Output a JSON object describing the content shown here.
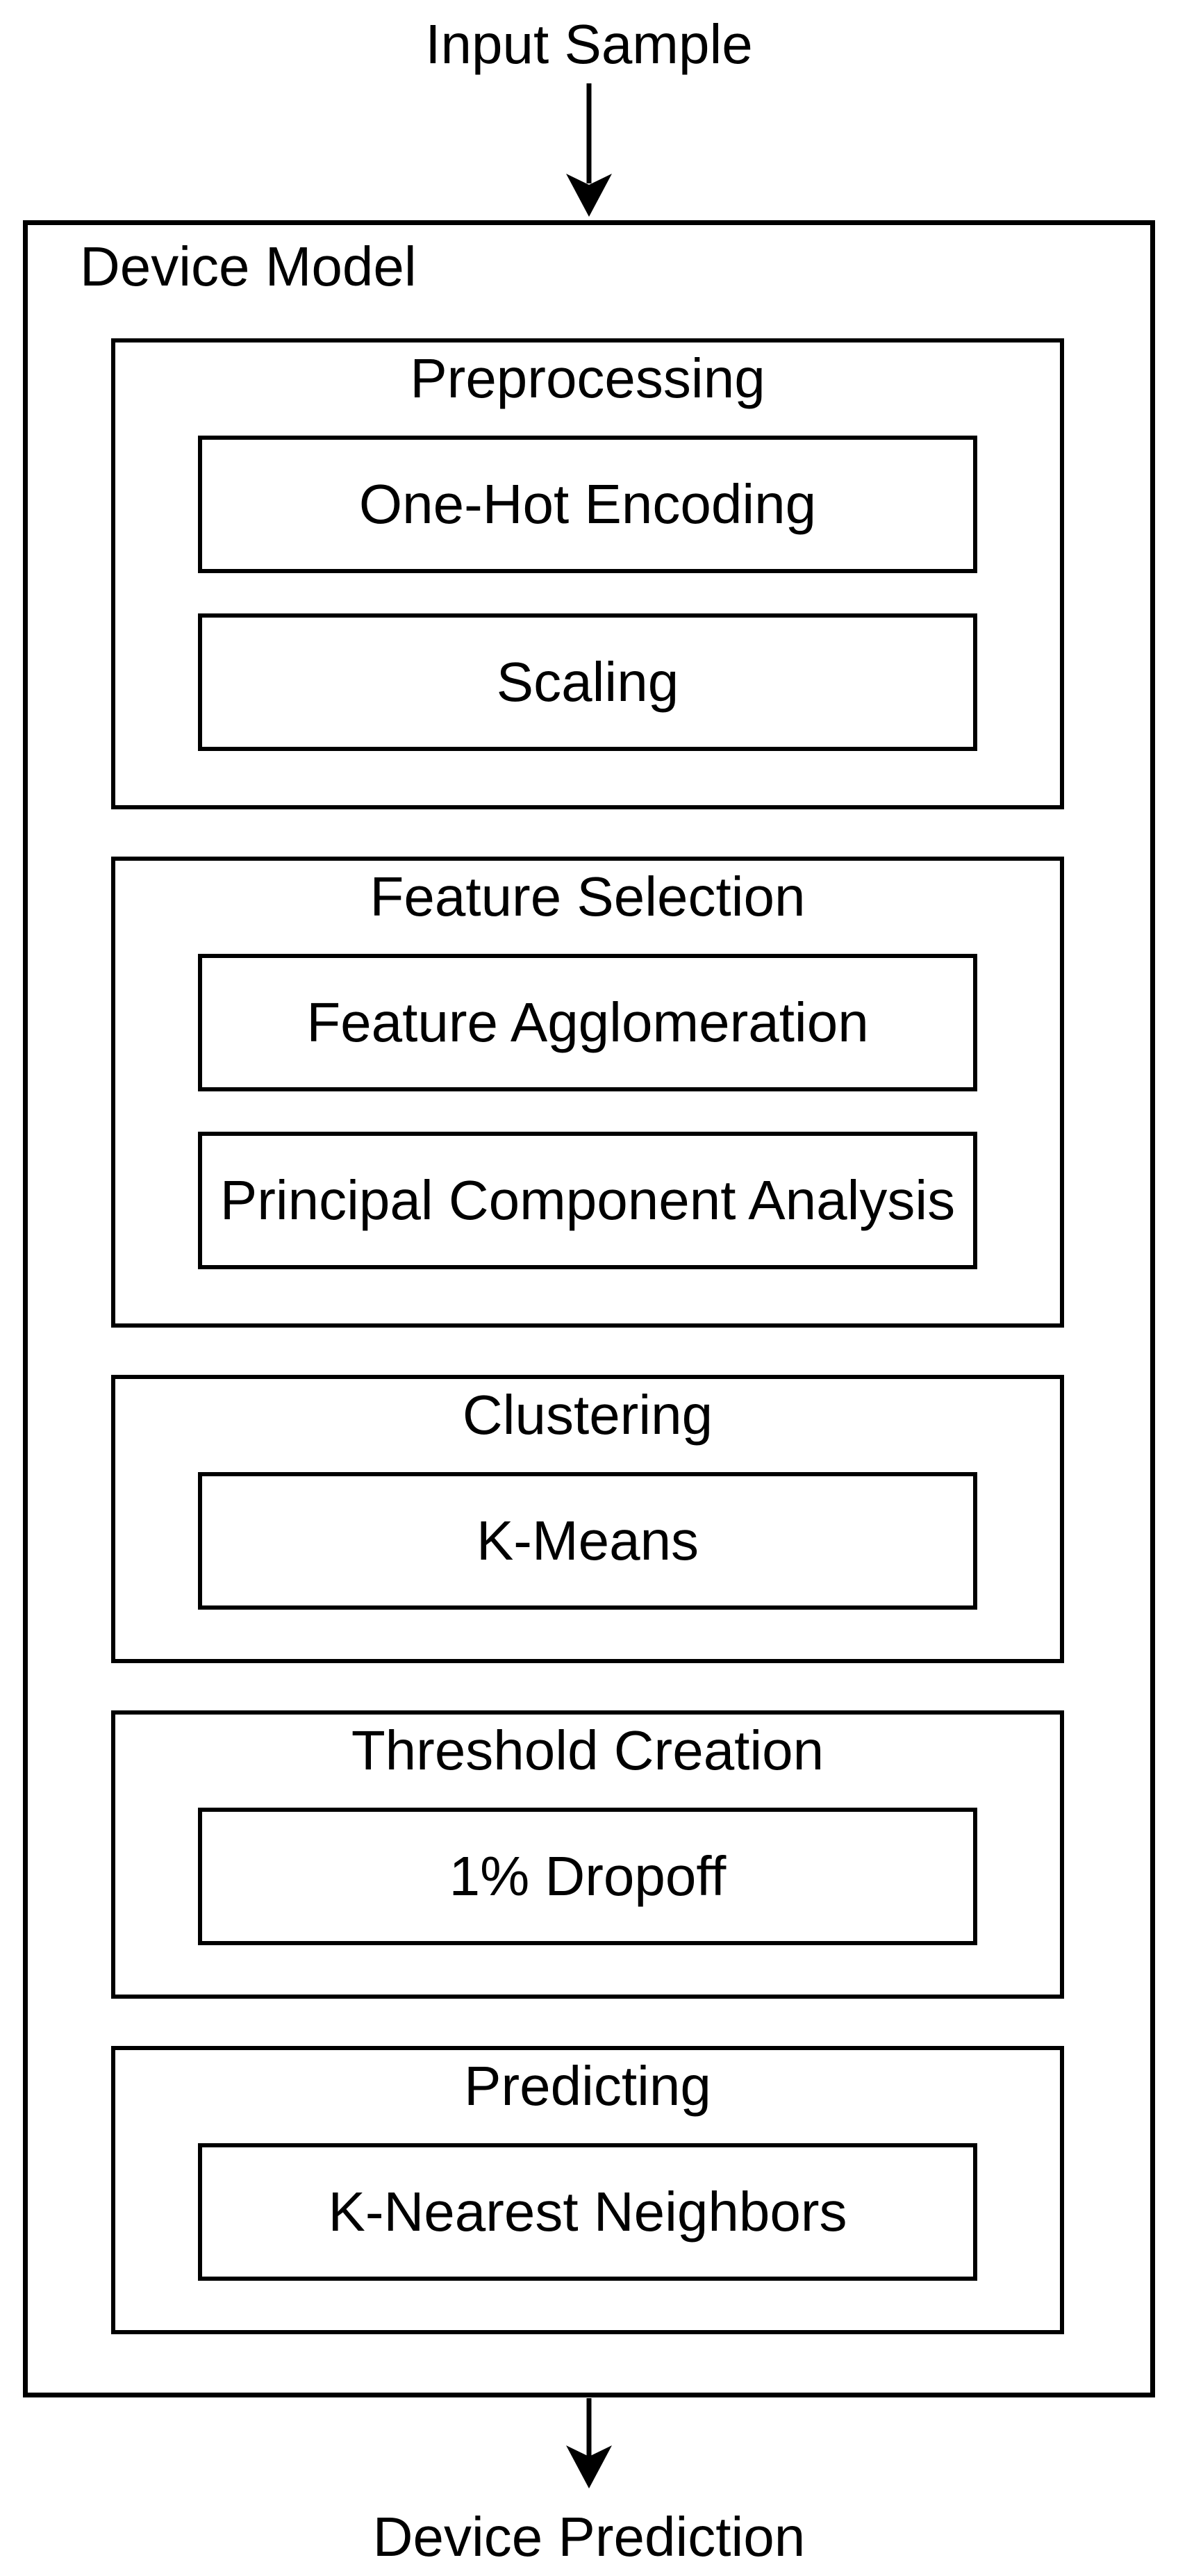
{
  "diagram": {
    "input_label": "Input Sample",
    "output_label": "Device Prediction",
    "device_model": {
      "title": "Device Model",
      "sections": [
        {
          "title": "Preprocessing",
          "items": [
            "One-Hot Encoding",
            "Scaling"
          ]
        },
        {
          "title": "Feature Selection",
          "items": [
            "Feature Agglomeration",
            "Principal Component Analysis"
          ]
        },
        {
          "title": "Clustering",
          "items": [
            "K-Means"
          ]
        },
        {
          "title": "Threshold Creation",
          "items": [
            "1% Dropoff"
          ]
        },
        {
          "title": "Predicting",
          "items": [
            "K-Nearest Neighbors"
          ]
        }
      ]
    },
    "colors": {
      "line": "#000000",
      "text": "#000000",
      "background": "#ffffff"
    }
  }
}
